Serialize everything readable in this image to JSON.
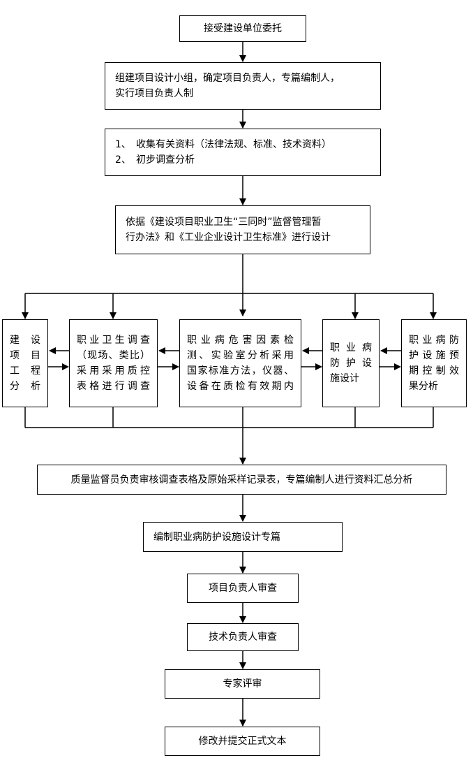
{
  "steps": {
    "step1": "接受建设单位委托",
    "step2": [
      "组建项目设计小组，确定项目负责人，专篇编制人，",
      "实行项目负责人制"
    ],
    "step3": {
      "items": [
        {
          "num": "1、",
          "text": "收集有关资料（法律法规、标准、技术资料）"
        },
        {
          "num": "2、",
          "text": "初步调查分析"
        }
      ]
    },
    "step4": [
      "依据《建设项目职业卫生“三同时”监督管理暂",
      "行办法》和《工业企业设计卫生标准》进行设计"
    ],
    "branches": {
      "b1": [
        "建 设",
        "项 目",
        "工 程",
        "分 析"
      ],
      "b2": [
        "职业卫生调查",
        "（现场、类比）",
        "采用采用质控",
        "表格进行调查"
      ],
      "b3": [
        "职业病危害因素检",
        "测、实验室分析采用",
        "国家标准方法，仪器、",
        "设备在质检有效期内"
      ],
      "b4": [
        "职 业 病",
        "防 护 设",
        "施设计"
      ],
      "b5": [
        "职业病防",
        "护设施预",
        "期控制效",
        "果分析"
      ]
    },
    "step5": "质量监督员负责审核调查表格及原始采样记录表，专篇编制人进行资料汇总分析",
    "step6": "编制职业病防护设施设计专篇",
    "step7": "项目负责人审查",
    "step8": "技术负责人审查",
    "step9": "专家评审",
    "step10": "修改并提交正式文本"
  }
}
